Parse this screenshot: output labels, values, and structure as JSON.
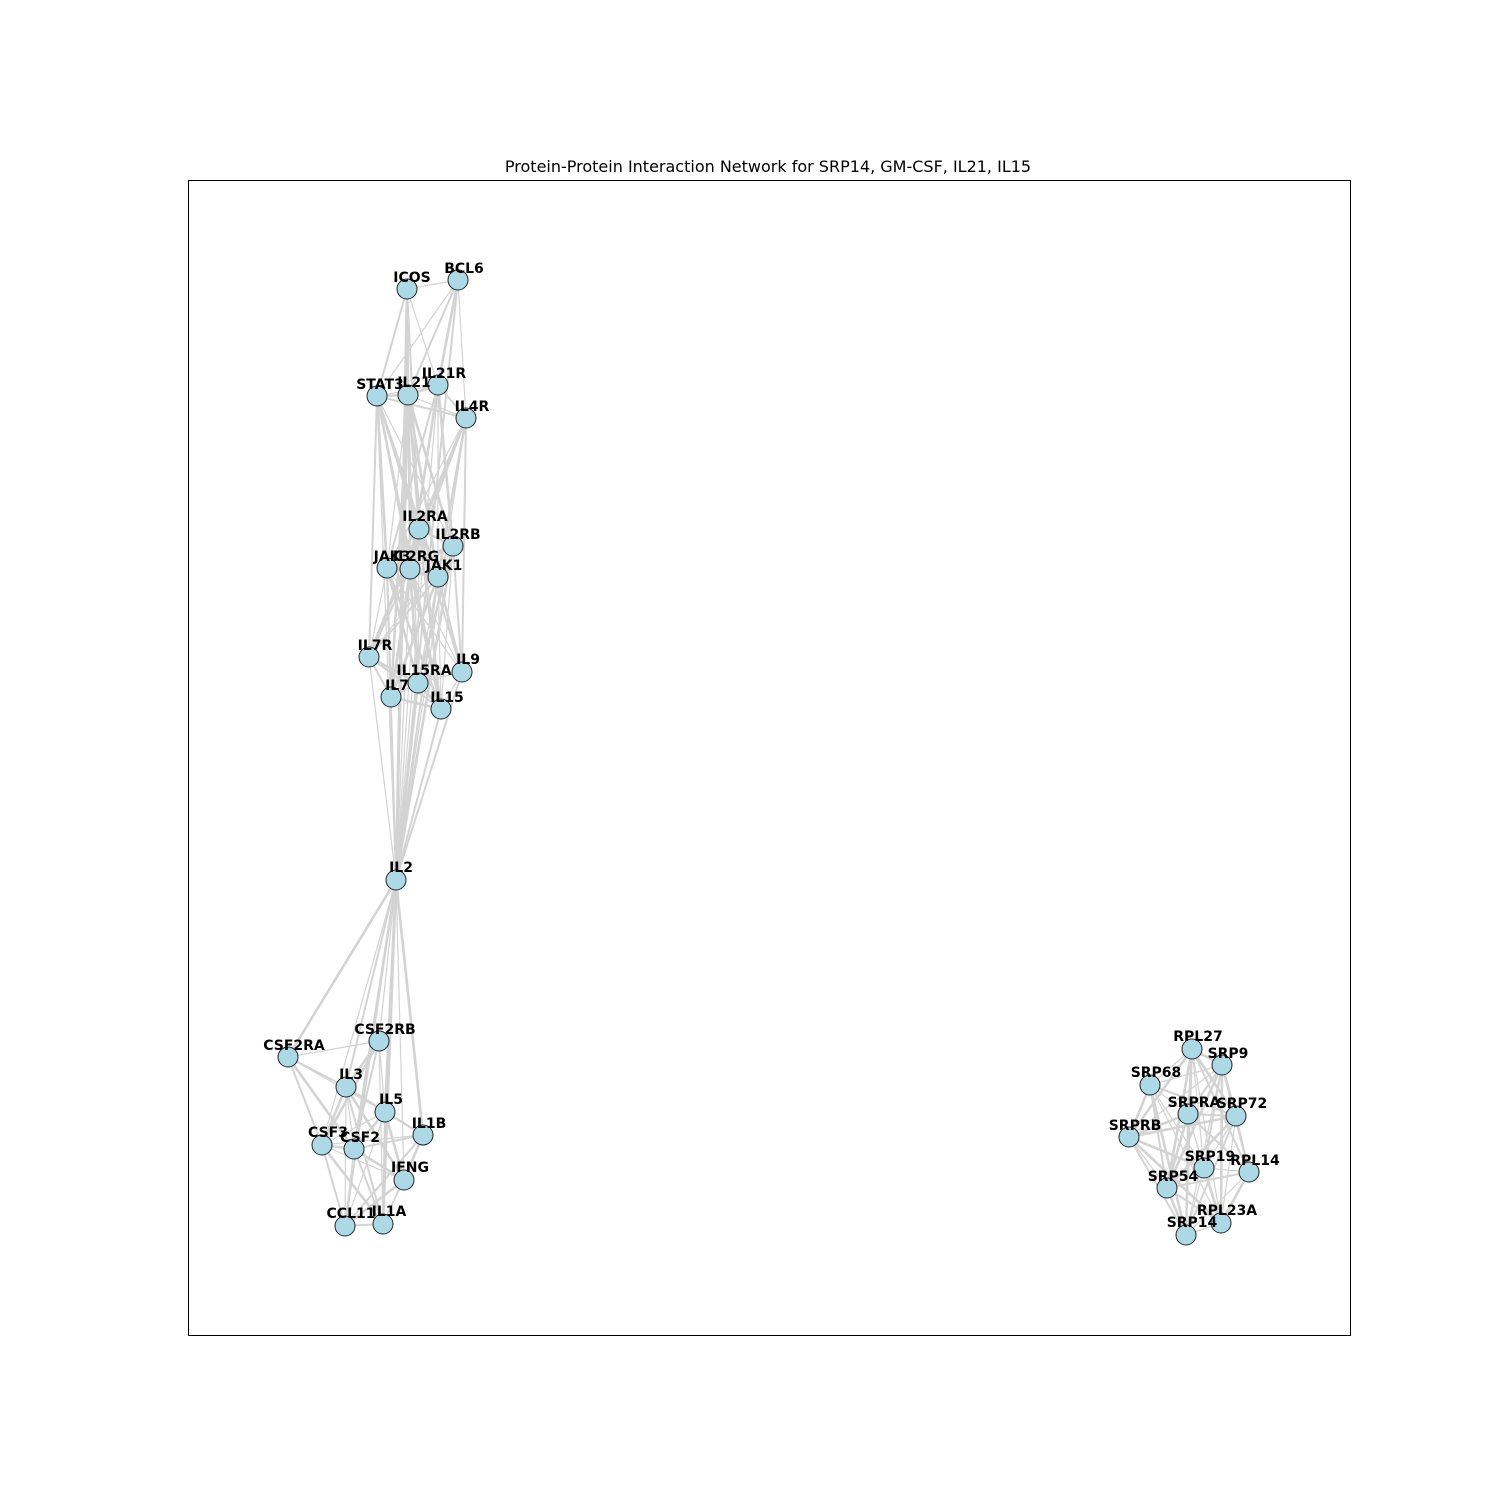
{
  "title": "Protein-Protein Interaction Network for SRP14, GM-CSF, IL21, IL15",
  "colors": {
    "node_fill": "#add8e6",
    "node_stroke": "#222222",
    "edge": "#d3d3d3",
    "frame": "#000000"
  },
  "nodes": [
    {
      "id": "ICOS",
      "label": "ICOS"
    },
    {
      "id": "BCL6",
      "label": "BCL6"
    },
    {
      "id": "STAT3",
      "label": "STAT3"
    },
    {
      "id": "IL21",
      "label": "IL21"
    },
    {
      "id": "IL21R",
      "label": "IL21R"
    },
    {
      "id": "IL4R",
      "label": "IL4R"
    },
    {
      "id": "IL2RA",
      "label": "IL2RA"
    },
    {
      "id": "IL2RB",
      "label": "IL2RB"
    },
    {
      "id": "JAK3",
      "label": "JAK3"
    },
    {
      "id": "IL2RG",
      "label": "IL2RG"
    },
    {
      "id": "JAK1",
      "label": "JAK1"
    },
    {
      "id": "IL7R",
      "label": "IL7R"
    },
    {
      "id": "IL15RA",
      "label": "IL15RA"
    },
    {
      "id": "IL9",
      "label": "IL9"
    },
    {
      "id": "IL7",
      "label": "IL7"
    },
    {
      "id": "IL15",
      "label": "IL15"
    },
    {
      "id": "IL2",
      "label": "IL2"
    },
    {
      "id": "CSF2RA",
      "label": "CSF2RA"
    },
    {
      "id": "CSF2RB",
      "label": "CSF2RB"
    },
    {
      "id": "IL3",
      "label": "IL3"
    },
    {
      "id": "IL5",
      "label": "IL5"
    },
    {
      "id": "CSF3",
      "label": "CSF3"
    },
    {
      "id": "CSF2",
      "label": "CSF2"
    },
    {
      "id": "IL1B",
      "label": "IL1B"
    },
    {
      "id": "IFNG",
      "label": "IFNG"
    },
    {
      "id": "CCL11",
      "label": "CCL11"
    },
    {
      "id": "IL1A",
      "label": "IL1A"
    },
    {
      "id": "RPL27",
      "label": "RPL27"
    },
    {
      "id": "SRP9",
      "label": "SRP9"
    },
    {
      "id": "SRP68",
      "label": "SRP68"
    },
    {
      "id": "SRPRA",
      "label": "SRPRA"
    },
    {
      "id": "SRP72",
      "label": "SRP72"
    },
    {
      "id": "SRPRB",
      "label": "SRPRB"
    },
    {
      "id": "SRP19",
      "label": "SRP19"
    },
    {
      "id": "RPL14",
      "label": "RPL14"
    },
    {
      "id": "SRP54",
      "label": "SRP54"
    },
    {
      "id": "RPL23A",
      "label": "RPL23A"
    },
    {
      "id": "SRP14",
      "label": "SRP14"
    }
  ],
  "edges": [
    [
      "ICOS",
      "BCL6"
    ],
    [
      "ICOS",
      "STAT3"
    ],
    [
      "ICOS",
      "IL21"
    ],
    [
      "ICOS",
      "IL21R"
    ],
    [
      "ICOS",
      "IL2RA"
    ],
    [
      "ICOS",
      "IL2"
    ],
    [
      "BCL6",
      "STAT3"
    ],
    [
      "BCL6",
      "IL21"
    ],
    [
      "BCL6",
      "IL21R"
    ],
    [
      "BCL6",
      "IL4R"
    ],
    [
      "BCL6",
      "IL2"
    ],
    [
      "STAT3",
      "IL21"
    ],
    [
      "STAT3",
      "IL21R"
    ],
    [
      "STAT3",
      "IL4R"
    ],
    [
      "STAT3",
      "JAK3"
    ],
    [
      "STAT3",
      "IL2RG"
    ],
    [
      "STAT3",
      "JAK1"
    ],
    [
      "STAT3",
      "IL2RA"
    ],
    [
      "STAT3",
      "IL2RB"
    ],
    [
      "STAT3",
      "IL7R"
    ],
    [
      "STAT3",
      "IL15"
    ],
    [
      "STAT3",
      "IL2"
    ],
    [
      "STAT3",
      "IL9"
    ],
    [
      "IL21",
      "IL21R"
    ],
    [
      "IL21",
      "IL4R"
    ],
    [
      "IL21",
      "IL2RG"
    ],
    [
      "IL21",
      "JAK1"
    ],
    [
      "IL21",
      "JAK3"
    ],
    [
      "IL21",
      "IL2RA"
    ],
    [
      "IL21",
      "IL2RB"
    ],
    [
      "IL21",
      "IL15"
    ],
    [
      "IL21",
      "IL2"
    ],
    [
      "IL21",
      "IL7"
    ],
    [
      "IL21",
      "IL15RA"
    ],
    [
      "IL21R",
      "IL4R"
    ],
    [
      "IL21R",
      "IL2RG"
    ],
    [
      "IL21R",
      "JAK1"
    ],
    [
      "IL21R",
      "JAK3"
    ],
    [
      "IL21R",
      "IL2RB"
    ],
    [
      "IL21R",
      "IL2"
    ],
    [
      "IL4R",
      "IL2RG"
    ],
    [
      "IL4R",
      "JAK1"
    ],
    [
      "IL4R",
      "JAK3"
    ],
    [
      "IL4R",
      "IL2RA"
    ],
    [
      "IL4R",
      "IL7R"
    ],
    [
      "IL4R",
      "IL2"
    ],
    [
      "IL4R",
      "IL9"
    ],
    [
      "IL2RA",
      "IL2RB"
    ],
    [
      "IL2RA",
      "IL2RG"
    ],
    [
      "IL2RA",
      "JAK1"
    ],
    [
      "IL2RA",
      "JAK3"
    ],
    [
      "IL2RA",
      "IL15RA"
    ],
    [
      "IL2RA",
      "IL15"
    ],
    [
      "IL2RA",
      "IL7R"
    ],
    [
      "IL2RA",
      "IL2"
    ],
    [
      "IL2RA",
      "IL7"
    ],
    [
      "IL2RB",
      "IL2RG"
    ],
    [
      "IL2RB",
      "JAK1"
    ],
    [
      "IL2RB",
      "JAK3"
    ],
    [
      "IL2RB",
      "IL15RA"
    ],
    [
      "IL2RB",
      "IL15"
    ],
    [
      "IL2RB",
      "IL9"
    ],
    [
      "IL2RB",
      "IL2"
    ],
    [
      "IL2RB",
      "IL7R"
    ],
    [
      "JAK3",
      "IL2RG"
    ],
    [
      "JAK3",
      "JAK1"
    ],
    [
      "JAK3",
      "IL7R"
    ],
    [
      "JAK3",
      "IL7"
    ],
    [
      "JAK3",
      "IL15"
    ],
    [
      "JAK3",
      "IL9"
    ],
    [
      "JAK3",
      "IL2"
    ],
    [
      "JAK3",
      "IL15RA"
    ],
    [
      "IL2RG",
      "JAK1"
    ],
    [
      "IL2RG",
      "IL7R"
    ],
    [
      "IL2RG",
      "IL15RA"
    ],
    [
      "IL2RG",
      "IL9"
    ],
    [
      "IL2RG",
      "IL7"
    ],
    [
      "IL2RG",
      "IL15"
    ],
    [
      "IL2RG",
      "IL2"
    ],
    [
      "JAK1",
      "IL7R"
    ],
    [
      "JAK1",
      "IL9"
    ],
    [
      "JAK1",
      "IL15"
    ],
    [
      "JAK1",
      "IL2"
    ],
    [
      "JAK1",
      "IL7"
    ],
    [
      "JAK1",
      "IL15RA"
    ],
    [
      "IL7R",
      "IL7"
    ],
    [
      "IL7R",
      "IL15RA"
    ],
    [
      "IL7R",
      "IL2"
    ],
    [
      "IL7R",
      "IL15"
    ],
    [
      "IL15RA",
      "IL15"
    ],
    [
      "IL15RA",
      "IL9"
    ],
    [
      "IL15RA",
      "IL7"
    ],
    [
      "IL15RA",
      "IL2"
    ],
    [
      "IL9",
      "IL15"
    ],
    [
      "IL9",
      "IL2"
    ],
    [
      "IL7",
      "IL15"
    ],
    [
      "IL7",
      "IL2"
    ],
    [
      "IL15",
      "IL2"
    ],
    [
      "IL2",
      "CSF2RA"
    ],
    [
      "IL2",
      "CSF2RB"
    ],
    [
      "IL2",
      "IL3"
    ],
    [
      "IL2",
      "IL5"
    ],
    [
      "IL2",
      "CSF3"
    ],
    [
      "IL2",
      "CSF2"
    ],
    [
      "IL2",
      "IL1B"
    ],
    [
      "IL2",
      "IFNG"
    ],
    [
      "IL2",
      "CCL11"
    ],
    [
      "IL2",
      "IL1A"
    ],
    [
      "CSF2RA",
      "CSF2RB"
    ],
    [
      "CSF2RA",
      "IL3"
    ],
    [
      "CSF2RA",
      "CSF2"
    ],
    [
      "CSF2RA",
      "IL5"
    ],
    [
      "CSF2RA",
      "CSF3"
    ],
    [
      "CSF2RB",
      "IL3"
    ],
    [
      "CSF2RB",
      "IL5"
    ],
    [
      "CSF2RB",
      "CSF2"
    ],
    [
      "CSF2RB",
      "CSF3"
    ],
    [
      "CSF2RB",
      "IL1A"
    ],
    [
      "IL3",
      "IL5"
    ],
    [
      "IL3",
      "CSF3"
    ],
    [
      "IL3",
      "CSF2"
    ],
    [
      "IL3",
      "IL1B"
    ],
    [
      "IL3",
      "IFNG"
    ],
    [
      "IL3",
      "CCL11"
    ],
    [
      "IL3",
      "IL1A"
    ],
    [
      "IL5",
      "CSF2"
    ],
    [
      "IL5",
      "CSF3"
    ],
    [
      "IL5",
      "IL1B"
    ],
    [
      "IL5",
      "IFNG"
    ],
    [
      "IL5",
      "CCL11"
    ],
    [
      "IL5",
      "IL1A"
    ],
    [
      "CSF3",
      "CSF2"
    ],
    [
      "CSF3",
      "IL1B"
    ],
    [
      "CSF3",
      "CCL11"
    ],
    [
      "CSF3",
      "IL1A"
    ],
    [
      "CSF3",
      "IFNG"
    ],
    [
      "CSF2",
      "IL1B"
    ],
    [
      "CSF2",
      "IFNG"
    ],
    [
      "CSF2",
      "CCL11"
    ],
    [
      "CSF2",
      "IL1A"
    ],
    [
      "IL1B",
      "IFNG"
    ],
    [
      "IL1B",
      "IL1A"
    ],
    [
      "IL1B",
      "CCL11"
    ],
    [
      "IFNG",
      "CCL11"
    ],
    [
      "IFNG",
      "IL1A"
    ],
    [
      "CCL11",
      "IL1A"
    ],
    [
      "RPL27",
      "SRP9"
    ],
    [
      "RPL27",
      "SRP68"
    ],
    [
      "RPL27",
      "SRPRA"
    ],
    [
      "RPL27",
      "SRP72"
    ],
    [
      "RPL27",
      "SRP19"
    ],
    [
      "RPL27",
      "RPL14"
    ],
    [
      "RPL27",
      "SRP54"
    ],
    [
      "RPL27",
      "RPL23A"
    ],
    [
      "RPL27",
      "SRP14"
    ],
    [
      "RPL27",
      "SRPRB"
    ],
    [
      "SRP9",
      "SRP68"
    ],
    [
      "SRP9",
      "SRPRA"
    ],
    [
      "SRP9",
      "SRP72"
    ],
    [
      "SRP9",
      "SRPRB"
    ],
    [
      "SRP9",
      "SRP19"
    ],
    [
      "SRP9",
      "SRP54"
    ],
    [
      "SRP9",
      "SRP14"
    ],
    [
      "SRP9",
      "RPL14"
    ],
    [
      "SRP9",
      "RPL23A"
    ],
    [
      "SRP68",
      "SRPRA"
    ],
    [
      "SRP68",
      "SRP72"
    ],
    [
      "SRP68",
      "SRPRB"
    ],
    [
      "SRP68",
      "SRP19"
    ],
    [
      "SRP68",
      "SRP54"
    ],
    [
      "SRP68",
      "SRP14"
    ],
    [
      "SRP68",
      "RPL23A"
    ],
    [
      "SRPRA",
      "SRP72"
    ],
    [
      "SRPRA",
      "SRPRB"
    ],
    [
      "SRPRA",
      "SRP19"
    ],
    [
      "SRPRA",
      "RPL14"
    ],
    [
      "SRPRA",
      "SRP54"
    ],
    [
      "SRPRA",
      "RPL23A"
    ],
    [
      "SRPRA",
      "SRP14"
    ],
    [
      "SRP72",
      "SRPRB"
    ],
    [
      "SRP72",
      "SRP19"
    ],
    [
      "SRP72",
      "RPL14"
    ],
    [
      "SRP72",
      "SRP54"
    ],
    [
      "SRP72",
      "RPL23A"
    ],
    [
      "SRP72",
      "SRP14"
    ],
    [
      "SRPRB",
      "SRP19"
    ],
    [
      "SRPRB",
      "SRP54"
    ],
    [
      "SRPRB",
      "SRP14"
    ],
    [
      "SRPRB",
      "RPL23A"
    ],
    [
      "SRP19",
      "RPL14"
    ],
    [
      "SRP19",
      "SRP54"
    ],
    [
      "SRP19",
      "RPL23A"
    ],
    [
      "SRP19",
      "SRP14"
    ],
    [
      "RPL14",
      "SRP54"
    ],
    [
      "RPL14",
      "RPL23A"
    ],
    [
      "RPL14",
      "SRP14"
    ],
    [
      "SRP54",
      "RPL23A"
    ],
    [
      "SRP54",
      "SRP14"
    ],
    [
      "RPL23A",
      "SRP14"
    ]
  ]
}
